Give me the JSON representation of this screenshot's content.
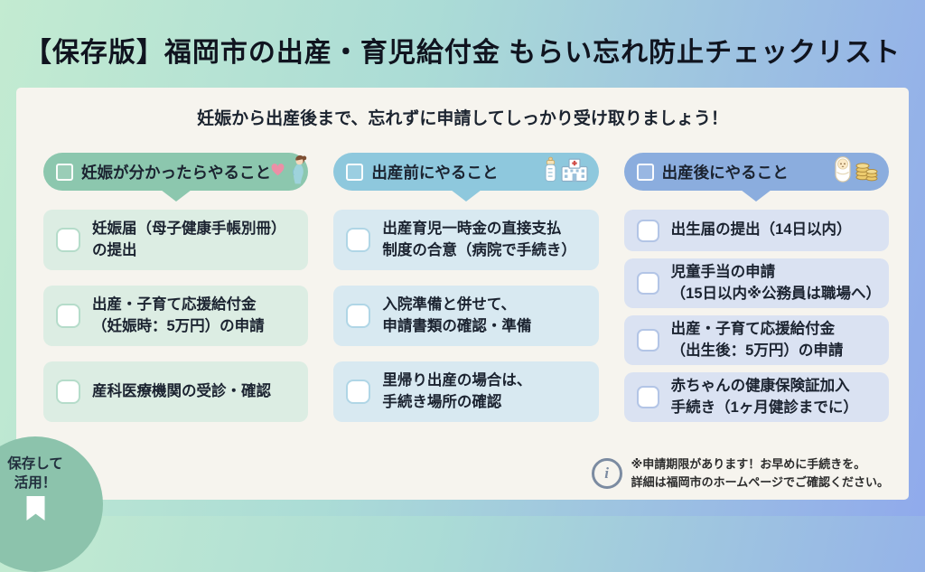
{
  "page": {
    "title": "【保存版】福岡市の出産・育児給付金 もらい忘れ防止チェックリスト",
    "subtitle": "妊娠から出産後まで、忘れずに申請してしっかり受け取りましょう！"
  },
  "colors": {
    "background_left": "#c3ebd1",
    "background_right": "#90aaec",
    "card": "#f6f4ee",
    "badge": "#8cc3ac",
    "note_icon": "#7b8ba1",
    "title_text": "#10141f"
  },
  "columns": [
    {
      "header": "妊娠が分かったらやること",
      "accent": "#8cc7ae",
      "item_bg": "#dcede3",
      "icons": [
        "heart-icon",
        "pregnant-woman-icon"
      ],
      "items": [
        {
          "lines": [
            "妊娠届（母子健康手帳別冊）",
            "の提出"
          ]
        },
        {
          "lines": [
            "出産・子育て応援給付金",
            "（妊娠時：5万円）の申請"
          ]
        },
        {
          "lines": [
            "産科医療機関の受診・確認"
          ]
        }
      ]
    },
    {
      "header": "出産前にやること",
      "accent": "#8ec8dd",
      "item_bg": "#d8e9f1",
      "icons": [
        "baby-bottle-icon",
        "hospital-icon"
      ],
      "items": [
        {
          "lines": [
            "出産育児一時金の直接支払",
            "制度の合意（病院で手続き）"
          ]
        },
        {
          "lines": [
            "入院準備と併せて、",
            "申請書類の確認・準備"
          ]
        },
        {
          "lines": [
            "里帰り出産の場合は、",
            "手続き場所の確認"
          ]
        }
      ]
    },
    {
      "header": "出産後にやること",
      "accent": "#8badde",
      "item_bg": "#dae2f2",
      "icons": [
        "swaddled-baby-icon",
        "coins-icon"
      ],
      "items": [
        {
          "lines": [
            "出生届の提出（14日以内）"
          ]
        },
        {
          "lines": [
            "児童手当の申請",
            "（15日以内※公務員は職場へ）"
          ]
        },
        {
          "lines": [
            "出産・子育て応援給付金",
            "（出生後：5万円）の申請"
          ]
        },
        {
          "lines": [
            "赤ちゃんの健康保険証加入",
            "手続き（1ヶ月健診までに）"
          ]
        }
      ]
    }
  ],
  "badge": {
    "lines": [
      "保存して",
      "活用！"
    ]
  },
  "note": {
    "lines": [
      "※申請期限があります！お早めに手続きを。",
      "詳細は福岡市のホームページでご確認ください。"
    ]
  }
}
